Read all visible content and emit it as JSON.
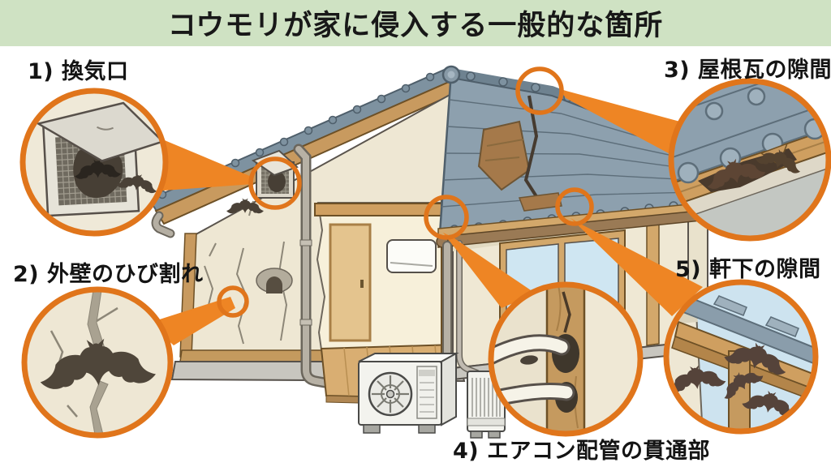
{
  "title": "コウモリが家に侵入する一般的な箇所",
  "callouts": [
    {
      "label": "1) 換気口"
    },
    {
      "label": "2) 外壁のひび割れ"
    },
    {
      "label": "3) 屋根瓦の隙間"
    },
    {
      "label": "4) エアコン配管の貫通部"
    },
    {
      "label": "5) 軒下の隙間"
    }
  ],
  "colors": {
    "banner_green": "#cfe2c3",
    "accent_orange_ring": "#e0751b",
    "accent_orange_wedge": "#ee8524",
    "roof_gray": "#8da0ae",
    "wall_cream": "#efe8d4",
    "wood_tan": "#d3a86b",
    "bat_brown": "#4f463a",
    "window_blue": "#cfe6f2",
    "sky_blue": "#cde3ef",
    "text": "#141414"
  }
}
